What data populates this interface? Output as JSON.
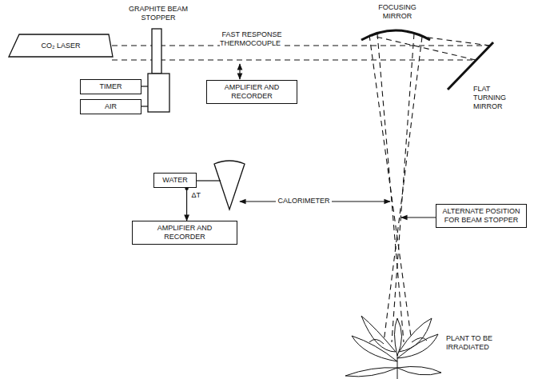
{
  "diagram": {
    "nodes": [
      {
        "text": [
          "CO₂ LASER"
        ]
      },
      {
        "text": [
          "TIMER"
        ]
      },
      {
        "text": [
          "AIR"
        ]
      },
      {
        "text": [
          "AMPLIFIER AND RECORDER"
        ]
      },
      {
        "text": [
          "WATER"
        ]
      },
      {
        "text": [
          "AMPLIFIER AND RECORDER"
        ]
      },
      {
        "text": [
          "ALTERNATE POSITION FOR BEAM STOPPER"
        ]
      }
    ],
    "edges": [
      {
        "from": 4,
        "to": 5,
        "arrow": "to",
        "label": "ΔT"
      }
    ],
    "labels": [
      "FOCUSING MIRROR",
      "GRAPHITE BEAM STOPPER",
      "FAST RESPONSE THERMOCOUPLE",
      "FLAT TURNING MIRROR",
      "CALORIMETER",
      "PLANT TO BE IRRADIATED"
    ]
  }
}
